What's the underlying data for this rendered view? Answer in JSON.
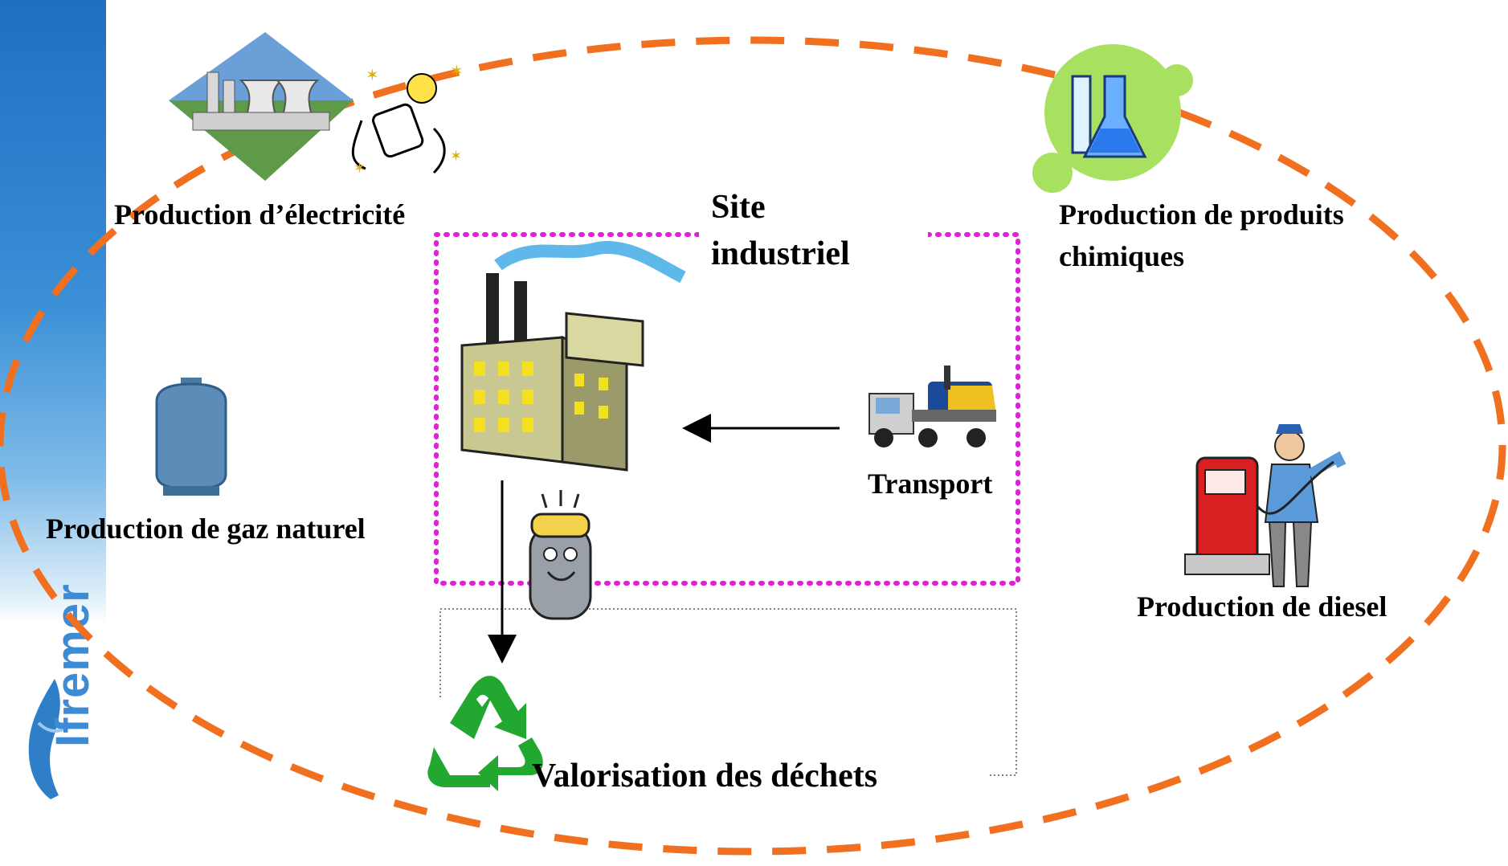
{
  "brand": {
    "name": "Ifremer"
  },
  "labels": {
    "electricity": "Production d’électricité",
    "site_line1": "Site",
    "site_line2": "industriel",
    "chemicals_line1": "Production de produits",
    "chemicals_line2": "chimiques",
    "natural_gas": "Production de gaz naturel",
    "transport": "Transport",
    "diesel": "Production de diesel",
    "waste": "Valorisation des déchets"
  },
  "colors": {
    "sidebar": "#2a78c8",
    "ellipse": "#f07020",
    "site_border": "#e020d8",
    "waste_border": "#808080",
    "arrows": "#000000"
  }
}
